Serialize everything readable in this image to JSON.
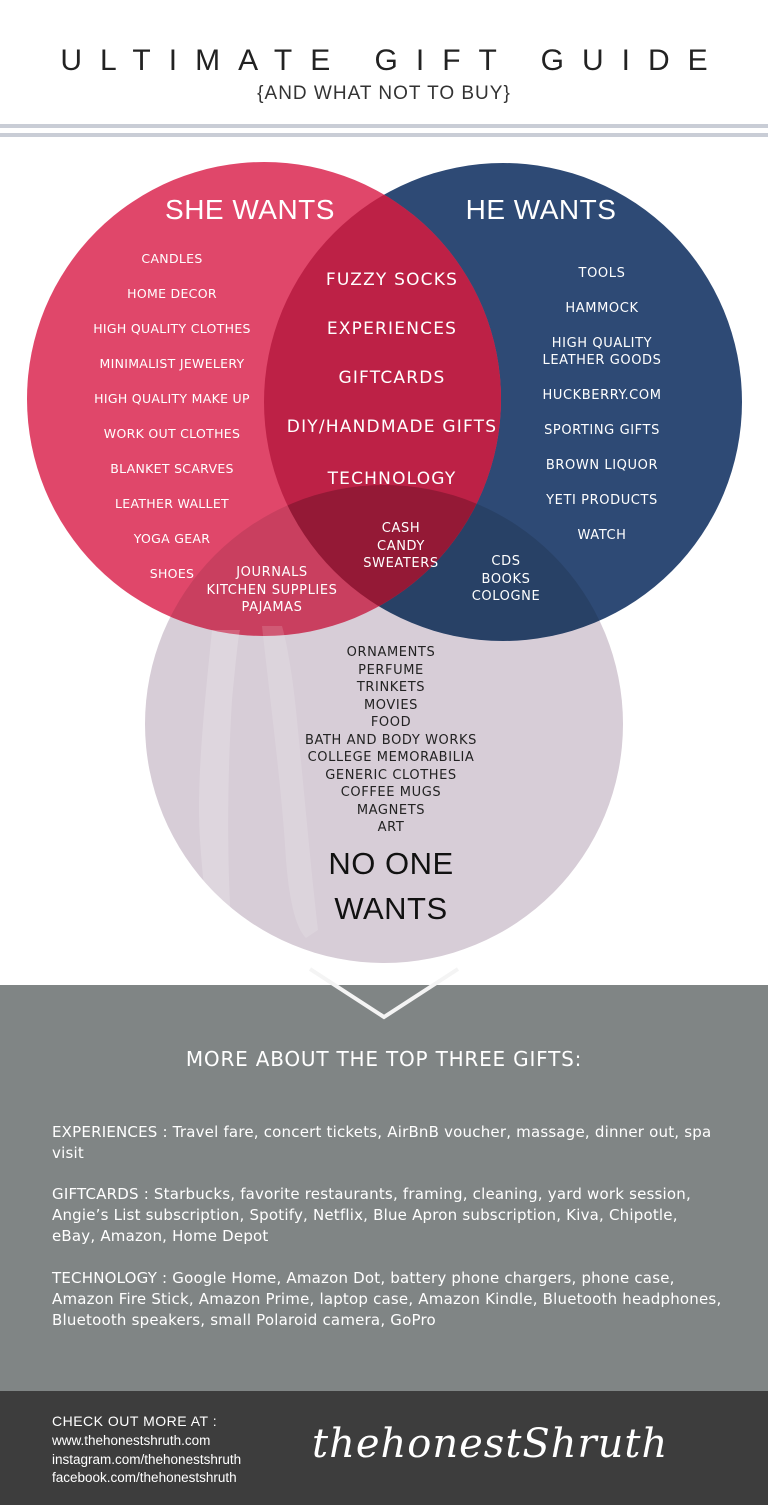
{
  "header": {
    "title": "ULTIMATE GIFT GUIDE",
    "subtitle": "{AND WHAT NOT TO BUY}"
  },
  "colors": {
    "she": "#e0476a",
    "he": "#2e4a75",
    "overlap": "#bd2146",
    "noone": "#d7cdd7",
    "info_bg": "#808585",
    "footer_bg": "#3d3d3d"
  },
  "venn": {
    "she_heading": "SHE WANTS",
    "he_heading": "HE WANTS",
    "she_items": [
      "CANDLES",
      "HOME DECOR",
      "HIGH QUALITY CLOTHES",
      "MINIMALIST JEWELERY",
      "HIGH QUALITY MAKE UP",
      "WORK OUT CLOTHES",
      "BLANKET SCARVES",
      "LEATHER WALLET",
      "YOGA GEAR",
      "SHOES"
    ],
    "he_items": [
      "TOOLS",
      "HAMMOCK",
      "HIGH QUALITY\nLEATHER GOODS",
      "HUCKBERRY.COM",
      "SPORTING GIFTS",
      "BROWN LIQUOR",
      "YETI PRODUCTS",
      "WATCH"
    ],
    "both_items": [
      "FUZZY SOCKS",
      "EXPERIENCES",
      "GIFTCARDS",
      "DIY/HANDMADE GIFTS",
      "TECHNOLOGY"
    ],
    "all_three_items": [
      "CASH",
      "CANDY",
      "SWEATERS"
    ],
    "she_noone_items": [
      "JOURNALS",
      "KITCHEN SUPPLIES",
      "PAJAMAS"
    ],
    "he_noone_items": [
      "CDS",
      "BOOKS",
      "COLOGNE"
    ],
    "noone_items": [
      "ORNAMENTS",
      "PERFUME",
      "TRINKETS",
      "MOVIES",
      "FOOD",
      "BATH AND BODY WORKS",
      "COLLEGE MEMORABILIA",
      "GENERIC CLOTHES",
      "COFFEE MUGS",
      "MAGNETS",
      "ART"
    ],
    "noone_heading": "NO ONE\nWANTS"
  },
  "info": {
    "title": "MORE ABOUT THE TOP THREE GIFTS:",
    "paragraphs": [
      "EXPERIENCES : Travel fare, concert tickets, AirBnB voucher, massage, dinner out, spa visit",
      "GIFTCARDS : Starbucks, favorite restaurants, framing, cleaning, yard work session, Angie’s List subscription, Spotify, Netflix, Blue Apron subscription, Kiva, Chipotle, eBay, Amazon, Home Depot",
      "TECHNOLOGY : Google Home, Amazon Dot, battery phone chargers, phone case, Amazon Fire Stick, Amazon Prime, laptop case, Amazon Kindle, Bluetooth headphones, Bluetooth speakers, small Polaroid camera, GoPro"
    ]
  },
  "footer": {
    "heading": "CHECK OUT MORE AT :",
    "links": [
      "www.thehonestshruth.com",
      "instagram.com/thehonestshruth",
      "facebook.com/thehonestshruth"
    ],
    "brand": "thehonestShruth"
  }
}
